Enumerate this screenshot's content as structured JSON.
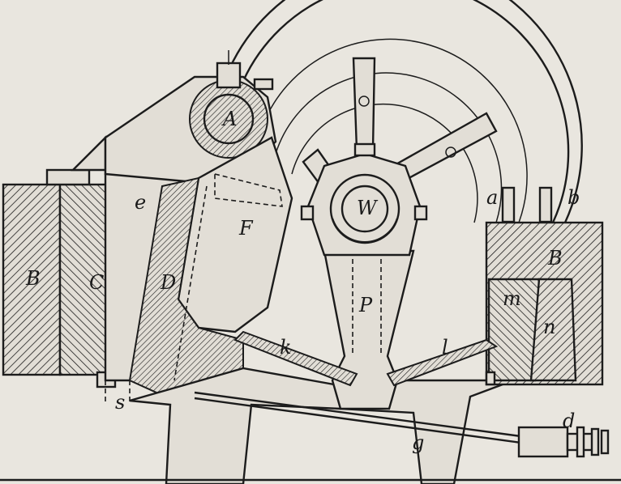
{
  "labels": {
    "A": "A",
    "W": "W",
    "a": "a",
    "b": "b",
    "e": "e",
    "F": "F",
    "B_left": "B",
    "C": "C",
    "D": "D",
    "B_right": "B",
    "m": "m",
    "n": "n",
    "P": "P",
    "k": "k",
    "l": "l",
    "s": "s",
    "g": "g",
    "d": "d"
  },
  "colors": {
    "paper": "#e9e6df",
    "ink": "#1c1c1c"
  }
}
